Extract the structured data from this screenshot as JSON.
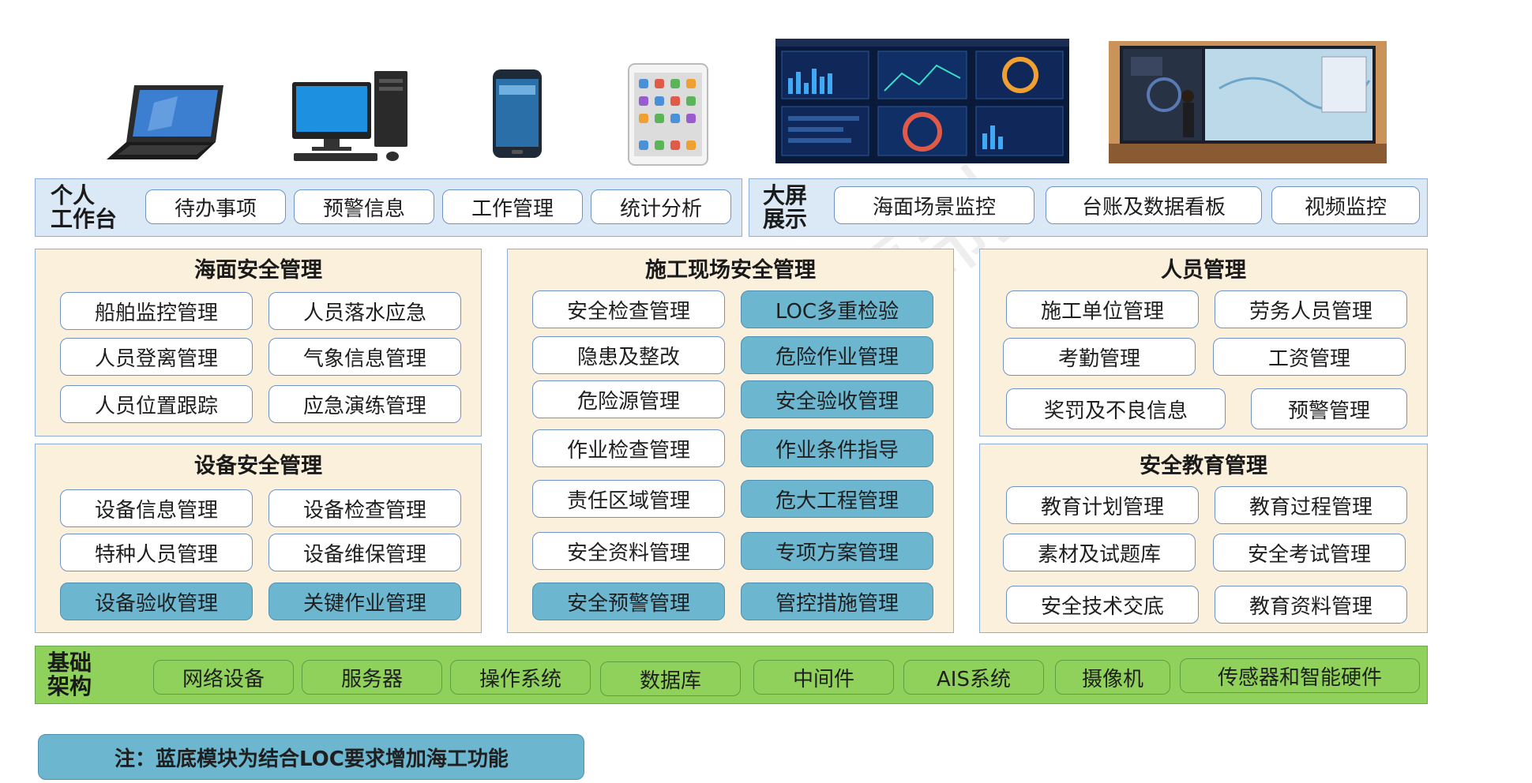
{
  "devices": {
    "laptop": "laptop-icon",
    "desktop": "desktop-computer-icon",
    "phone": "smartphone-icon",
    "tablet": "tablet-icon",
    "dashboard": "big-screen-dashboard-image",
    "monitoring": "monitoring-wall-image"
  },
  "top_left": {
    "label": "个人\n工作台",
    "items": [
      "待办事项",
      "预警信息",
      "工作管理",
      "统计分析"
    ]
  },
  "top_right": {
    "label": "大屏\n展示",
    "items": [
      "海面场景监控",
      "台账及数据看板",
      "视频监控"
    ]
  },
  "sea_safety": {
    "title": "海面安全管理",
    "items": [
      "船舶监控管理",
      "人员落水应急",
      "人员登离管理",
      "气象信息管理",
      "人员位置跟踪",
      "应急演练管理"
    ]
  },
  "equipment_safety": {
    "title": "设备安全管理",
    "items": [
      "设备信息管理",
      "设备检查管理",
      "特种人员管理",
      "设备维保管理",
      "设备验收管理",
      "关键作业管理"
    ]
  },
  "site_safety": {
    "title": "施工现场安全管理",
    "items": [
      "安全检查管理",
      "LOC多重检验",
      "隐患及整改",
      "危险作业管理",
      "危险源管理",
      "安全验收管理",
      "作业检查管理",
      "作业条件指导",
      "责任区域管理",
      "危大工程管理",
      "安全资料管理",
      "专项方案管理",
      "安全预警管理",
      "管控措施管理"
    ]
  },
  "personnel": {
    "title": "人员管理",
    "items": [
      "施工单位管理",
      "劳务人员管理",
      "考勤管理",
      "工资管理",
      "奖罚及不良信息",
      "预警管理"
    ]
  },
  "safety_education": {
    "title": "安全教育管理",
    "items": [
      "教育计划管理",
      "教育过程管理",
      "素材及试题库",
      "安全考试管理",
      "安全技术交底",
      "教育资料管理"
    ]
  },
  "infrastructure": {
    "label": "基础\n架构",
    "items": [
      "网络设备",
      "服务器",
      "操作系统",
      "数据库",
      "中间件",
      "AIS系统",
      "摄像机",
      "传感器和智能硬件"
    ]
  },
  "note": "注：蓝底模块为结合LOC要求增加海工功能",
  "watermark": "严禁复制",
  "colors": {
    "blue_module": "#6db6cf",
    "green_band": "#8fd15a",
    "panel_bg": "#fbf0dc"
  }
}
